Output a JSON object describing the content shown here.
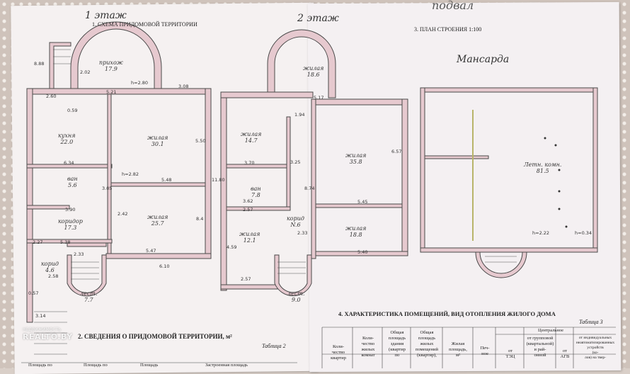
{
  "floor1": {
    "title": "1 этаж",
    "subtitle": "1. СХЕМА ПРИДОМОВОЙ ТЕРРИТОРИИ",
    "rooms": [
      {
        "name": "прихож",
        "area": "17.9"
      },
      {
        "name": "кухня",
        "area": "22.0"
      },
      {
        "name": "жилая",
        "area": "30.1"
      },
      {
        "name": "ван",
        "area": "5.6"
      },
      {
        "name": "коридор",
        "area": "17.3"
      },
      {
        "name": "жилая",
        "area": "25.7"
      },
      {
        "name": "корид",
        "area": "4.6"
      },
      {
        "name": "лест.",
        "area": "7.7"
      }
    ],
    "dims": [
      "8.88",
      "2.02",
      "5.21",
      "3.08",
      "0.59",
      "2.60",
      "6.34",
      "5.50",
      "h=2.82",
      "5.48",
      "11.80",
      "3.90",
      "3.05",
      "2.42",
      "8.4",
      "5.38",
      "2.27",
      "5.47",
      "6.10",
      "2.33",
      "2.58",
      "0.57",
      "3.14",
      "h=2.80"
    ]
  },
  "floor2": {
    "title": "2 этаж",
    "rooms": [
      {
        "name": "жилая",
        "area": "18.6"
      },
      {
        "name": "жилая",
        "area": "14.7"
      },
      {
        "name": "жилая",
        "area": "35.8"
      },
      {
        "name": "ван",
        "area": "7.8"
      },
      {
        "name": "жилая",
        "area": "12.1"
      },
      {
        "name": "корид",
        "area": "N.6"
      },
      {
        "name": "жилая",
        "area": "18.8"
      },
      {
        "name": "лест.",
        "area": "9.0"
      }
    ],
    "dims": [
      "5.17",
      "1.94",
      "3.70",
      "3.25",
      "8.74",
      "6.57",
      "3.62",
      "2.57",
      "5.45",
      "2.33",
      "4.59",
      "5.40",
      "2.57"
    ]
  },
  "plan_header": "3. ПЛАН СТРОЕНИЯ 1:100",
  "handwritten_note": "подвал",
  "attic": {
    "title": "Мансарда",
    "room": {
      "name": "Летн. комн.",
      "area": "81.5"
    },
    "dims": [
      "h=2.22",
      "h=0.34"
    ]
  },
  "section2_title": "2. СВЕДЕНИЯ О ПРИДОМОВОЙ ТЕРРИТОРИИ, м²",
  "table2_label": "Таблица 2",
  "table2_headers": [
    "Площадь по",
    "Площадь по",
    "Площадь",
    "Застроенная площадь"
  ],
  "section4_title": "4. ХАРАКТЕРИСТИКА ПОМЕЩЕНИЙ, ВИД ОТОПЛЕНИЯ ЖИЛОГО ДОМА",
  "table3_label": "Таблица 3",
  "table3_headers": [
    "Коли-\nчество\nквартир",
    "Коли-\nчество\nжилых\nкомнат",
    "Общая\nплощадь\nздания\n(квартир\nпо",
    "Общая\nплощадь\nжилых\nпомещений\n(квартир),",
    "Жилая\nплощадь,\nм²",
    "Печ-\nное",
    "от\nТЭЦ",
    "от групповой\n(квартальной)\nи рай-\nонной",
    "от\nАГВ",
    "от индивидуальных\nнеавтоматизированных\nустройств\n(ко-\nлов) на твер-"
  ],
  "table3_group": "Центральное",
  "watermark": {
    "top": "НЕДВИЖИМОСТЬ",
    "main": "REALTO.BY"
  }
}
